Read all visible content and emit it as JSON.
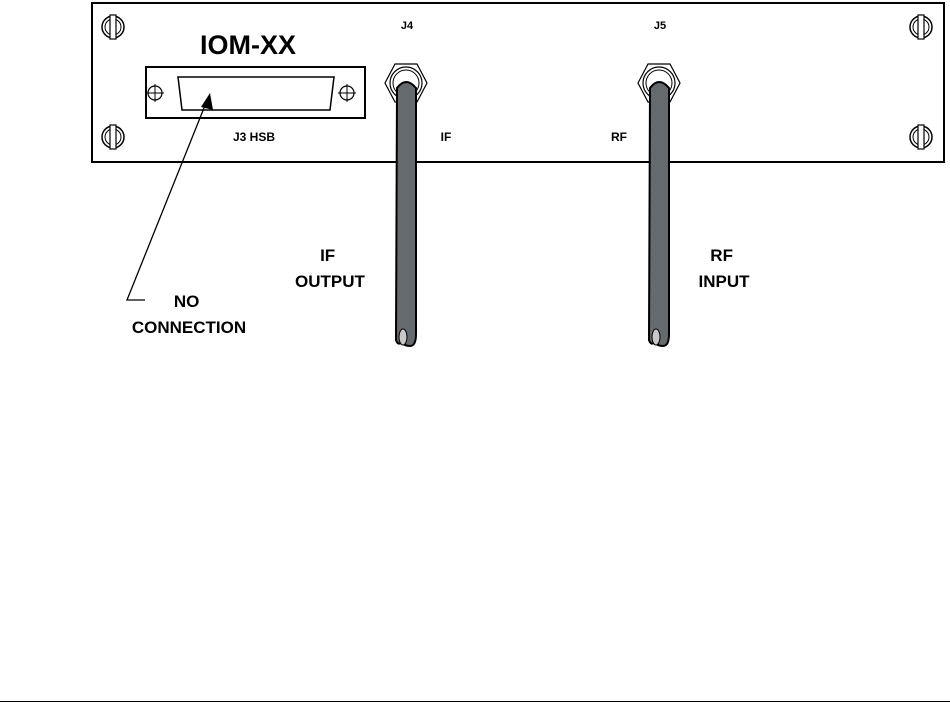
{
  "panel": {
    "title": "IOM-XX",
    "connectors": {
      "j3": "J3 HSB",
      "j4": "J4",
      "j5": "J5",
      "if_port": "IF",
      "rf_port": "RF"
    }
  },
  "callouts": {
    "if_output": [
      "IF",
      "OUTPUT"
    ],
    "rf_input": [
      "RF",
      "INPUT"
    ],
    "no_connection": [
      "NO",
      "CONNECTION"
    ]
  },
  "colors": {
    "cable": "#656a6e",
    "cable_tip": "#c8c8c8",
    "line": "#000000"
  }
}
